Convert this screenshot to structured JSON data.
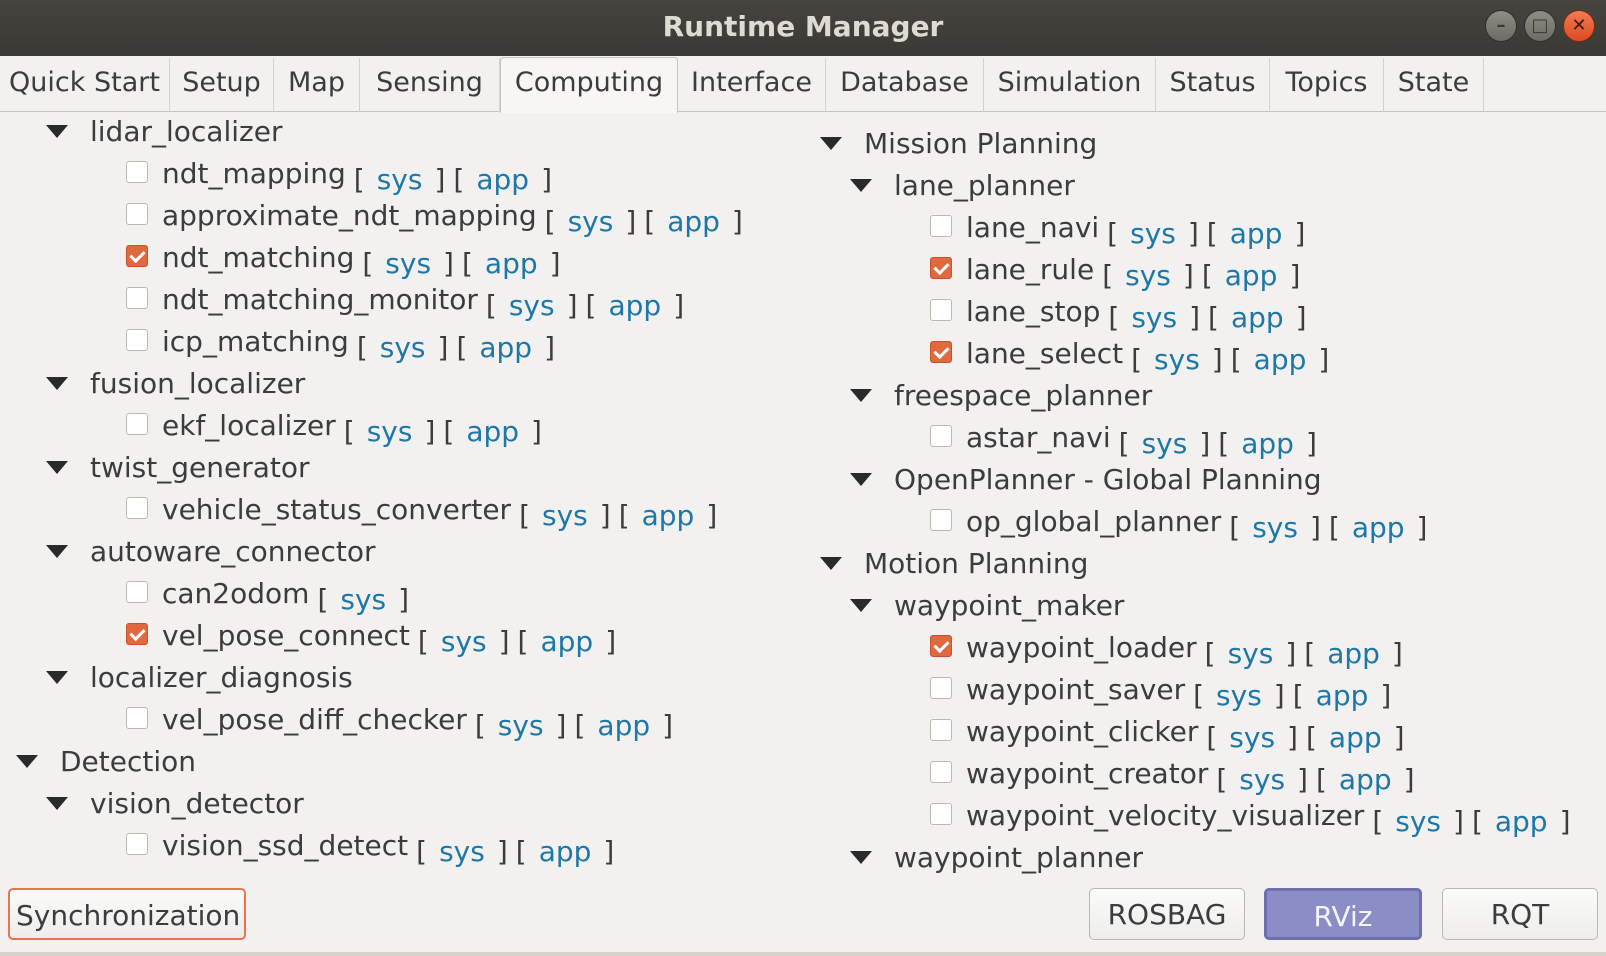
{
  "window": {
    "title": "Runtime Manager"
  },
  "tabs": [
    "Quick Start",
    "Setup",
    "Map",
    "Sensing",
    "Computing",
    "Interface",
    "Database",
    "Simulation",
    "Status",
    "Topics",
    "State"
  ],
  "active_tab": "Computing",
  "link_labels": {
    "sys": "sys",
    "app": "app",
    "open": "[",
    "close": "]"
  },
  "left_tree": [
    {
      "type": "group",
      "label": "lidar_localizer"
    },
    {
      "type": "node",
      "label": "ndt_mapping",
      "checked": false,
      "links": [
        "sys",
        "app"
      ]
    },
    {
      "type": "node",
      "label": "approximate_ndt_mapping",
      "checked": false,
      "links": [
        "sys",
        "app"
      ]
    },
    {
      "type": "node",
      "label": "ndt_matching",
      "checked": true,
      "links": [
        "sys",
        "app"
      ]
    },
    {
      "type": "node",
      "label": "ndt_matching_monitor",
      "checked": false,
      "links": [
        "sys",
        "app"
      ]
    },
    {
      "type": "node",
      "label": "icp_matching",
      "checked": false,
      "links": [
        "sys",
        "app"
      ]
    },
    {
      "type": "group",
      "label": "fusion_localizer"
    },
    {
      "type": "node",
      "label": "ekf_localizer",
      "checked": false,
      "links": [
        "sys",
        "app"
      ]
    },
    {
      "type": "group",
      "label": "twist_generator"
    },
    {
      "type": "node",
      "label": "vehicle_status_converter",
      "checked": false,
      "links": [
        "sys",
        "app"
      ]
    },
    {
      "type": "group",
      "label": "autoware_connector"
    },
    {
      "type": "node",
      "label": "can2odom",
      "checked": false,
      "links": [
        "sys"
      ]
    },
    {
      "type": "node",
      "label": "vel_pose_connect",
      "checked": true,
      "links": [
        "sys",
        "app"
      ]
    },
    {
      "type": "group",
      "label": "localizer_diagnosis"
    },
    {
      "type": "node",
      "label": "vel_pose_diff_checker",
      "checked": false,
      "links": [
        "sys",
        "app"
      ]
    },
    {
      "type": "section",
      "label": "Detection"
    },
    {
      "type": "group",
      "label": "vision_detector"
    },
    {
      "type": "node",
      "label": "vision_ssd_detect",
      "checked": false,
      "links": [
        "sys",
        "app"
      ]
    }
  ],
  "right_tree": [
    {
      "type": "section",
      "label": "Mission Planning"
    },
    {
      "type": "group",
      "label": "lane_planner"
    },
    {
      "type": "node",
      "label": "lane_navi",
      "checked": false,
      "links": [
        "sys",
        "app"
      ]
    },
    {
      "type": "node",
      "label": "lane_rule",
      "checked": true,
      "links": [
        "sys",
        "app"
      ]
    },
    {
      "type": "node",
      "label": "lane_stop",
      "checked": false,
      "links": [
        "sys",
        "app"
      ]
    },
    {
      "type": "node",
      "label": "lane_select",
      "checked": true,
      "links": [
        "sys",
        "app"
      ]
    },
    {
      "type": "group",
      "label": "freespace_planner"
    },
    {
      "type": "node",
      "label": "astar_navi",
      "checked": false,
      "links": [
        "sys",
        "app"
      ]
    },
    {
      "type": "group",
      "label": "OpenPlanner - Global Planning"
    },
    {
      "type": "node",
      "label": "op_global_planner",
      "checked": false,
      "links": [
        "sys",
        "app"
      ]
    },
    {
      "type": "section",
      "label": "Motion Planning"
    },
    {
      "type": "group",
      "label": "waypoint_maker"
    },
    {
      "type": "node",
      "label": "waypoint_loader",
      "checked": true,
      "links": [
        "sys",
        "app"
      ]
    },
    {
      "type": "node",
      "label": "waypoint_saver",
      "checked": false,
      "links": [
        "sys",
        "app"
      ]
    },
    {
      "type": "node",
      "label": "waypoint_clicker",
      "checked": false,
      "links": [
        "sys",
        "app"
      ]
    },
    {
      "type": "node",
      "label": "waypoint_creator",
      "checked": false,
      "links": [
        "sys",
        "app"
      ]
    },
    {
      "type": "node",
      "label": "waypoint_velocity_visualizer",
      "checked": false,
      "links": [
        "sys",
        "app"
      ]
    },
    {
      "type": "group",
      "label": "waypoint_planner"
    }
  ],
  "buttons": {
    "sync": "Synchronization",
    "rosbag": "ROSBAG",
    "rviz": "RViz",
    "rqt": "RQT"
  }
}
